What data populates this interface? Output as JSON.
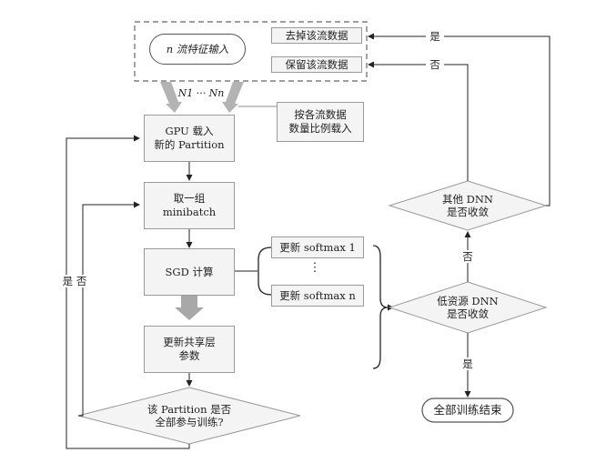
{
  "input": {
    "stream_input": "n 流特征输入",
    "discard": "去掉该流数据",
    "keep": "保留该流数据",
    "streams": "N1 ··· Nn"
  },
  "nodes": {
    "load_by_ratio": "按各流数据\n数量比例载入",
    "gpu_load": "GPU 载入\n新的 Partition",
    "minibatch": "取一组\nminibatch",
    "sgd": "SGD 计算",
    "softmax_1": "更新 softmax 1",
    "softmax_dots": "⋮",
    "softmax_n": "更新 softmax n",
    "update_shared": "更新共享层\n参数",
    "partition_check": "该 Partition 是否\n全部参与训练?",
    "low_res_check": "低资源 DNN\n是否收敛",
    "other_check": "其他 DNN\n是否收敛",
    "end": "全部训练结束"
  },
  "edges": {
    "yes": "是",
    "no": "否",
    "yes_no": "是 否"
  }
}
